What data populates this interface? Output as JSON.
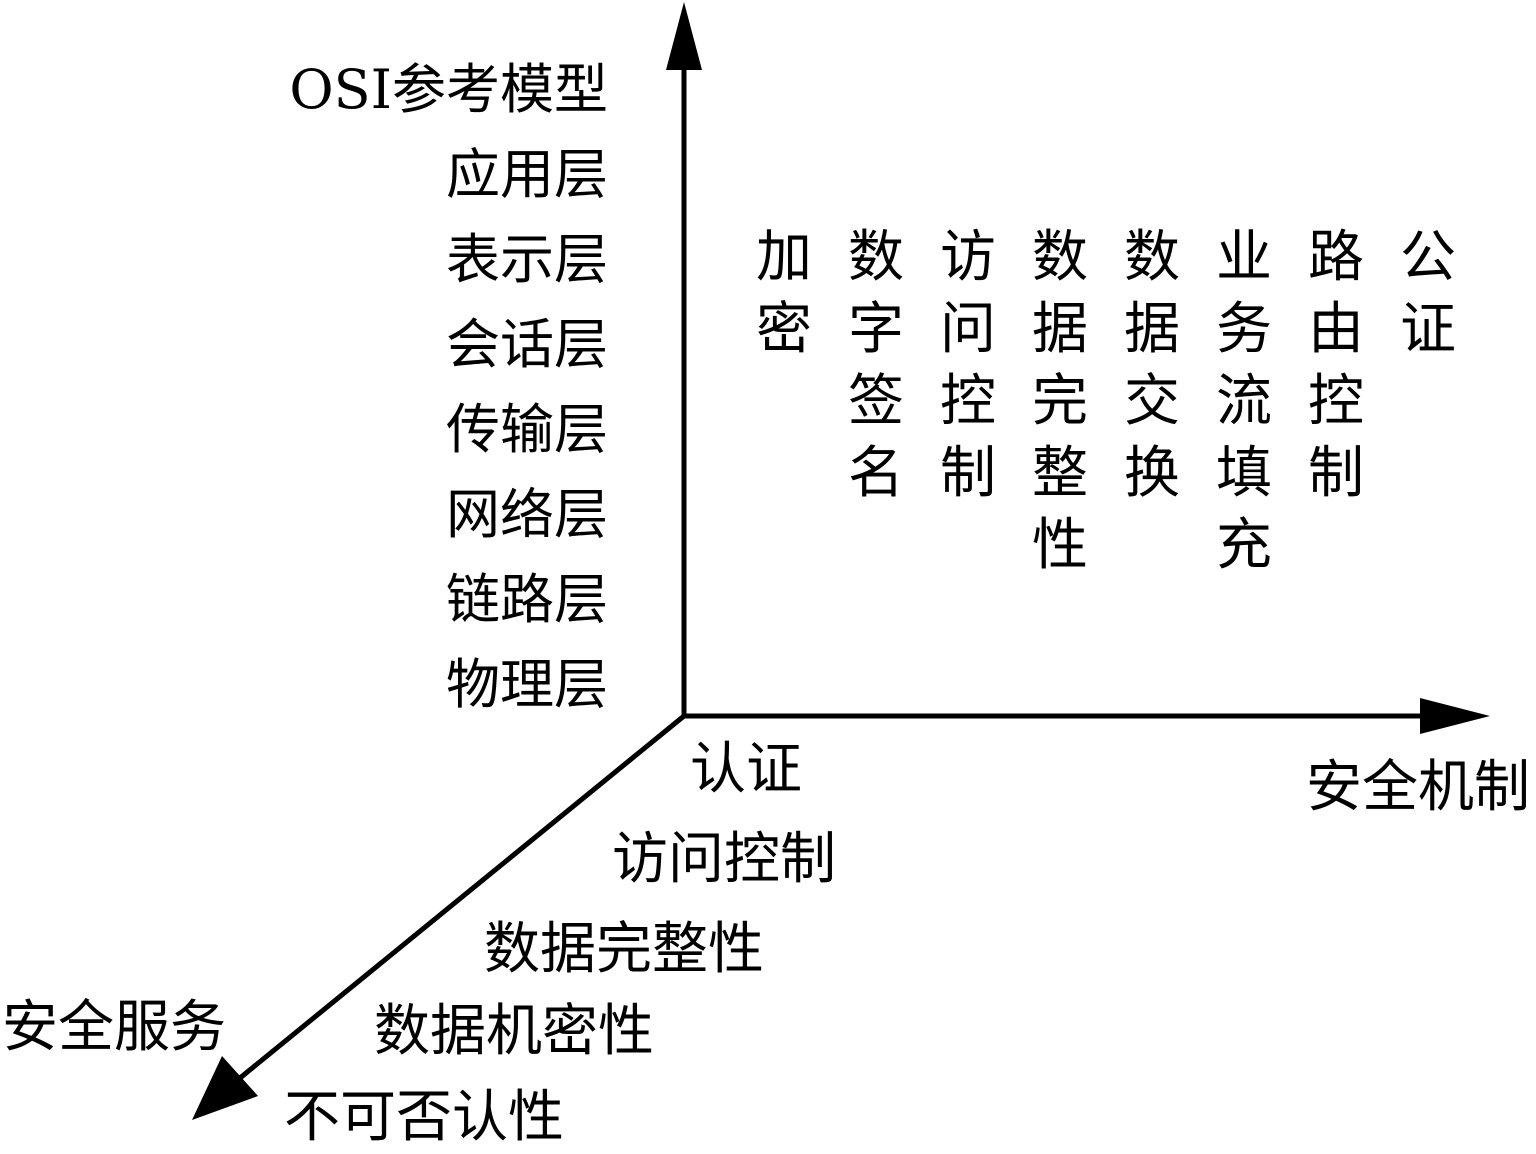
{
  "osi_model": {
    "title": "OSI参考模型",
    "layers": [
      "应用层",
      "表示层",
      "会话层",
      "传输层",
      "网络层",
      "链路层",
      "物理层"
    ]
  },
  "security_mechanisms": {
    "axis_label": "安全机制",
    "items": [
      "加密",
      "数字签名",
      "访问控制",
      "数据完整性",
      "数据交换",
      "业务流填充",
      "路由控制",
      "公证"
    ]
  },
  "security_services": {
    "axis_label": "安全服务",
    "items": [
      "认证",
      "访问控制",
      "数据完整性",
      "数据机密性",
      "不可否认性"
    ]
  }
}
